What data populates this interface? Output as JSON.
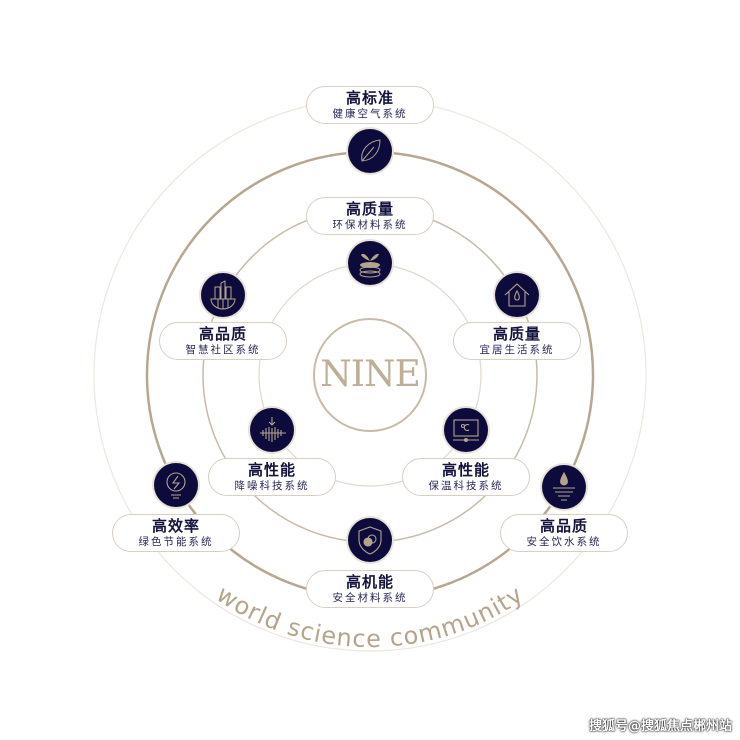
{
  "center_logo": "NINE",
  "nodes": [
    {
      "title": "高标准",
      "subtitle": "健康空气系统",
      "icon": "leaf-icon"
    },
    {
      "title": "高质量",
      "subtitle": "环保材料系统",
      "icon": "sprout-icon"
    },
    {
      "title": "高品质",
      "subtitle": "智慧社区系统",
      "icon": "buildings-icon"
    },
    {
      "title": "高质量",
      "subtitle": "宜居生活系统",
      "icon": "house-drop-icon"
    },
    {
      "title": "高性能",
      "subtitle": "降噪科技系统",
      "icon": "soundwave-icon"
    },
    {
      "title": "高性能",
      "subtitle": "保温科技系统",
      "icon": "thermostat-icon"
    },
    {
      "title": "高效率",
      "subtitle": "绿色节能系统",
      "icon": "energy-icon"
    },
    {
      "title": "高品质",
      "subtitle": "安全饮水系统",
      "icon": "water-drop-icon"
    },
    {
      "title": "高机能",
      "subtitle": "安全材料系统",
      "icon": "shield-icon"
    }
  ],
  "arc_text": "world science community",
  "watermark": "搜狐号@搜狐焦点郴州站",
  "colors": {
    "navy": "#0c0b3b",
    "gold": "#b5a48c",
    "light_ring": "#e4ddd3"
  }
}
